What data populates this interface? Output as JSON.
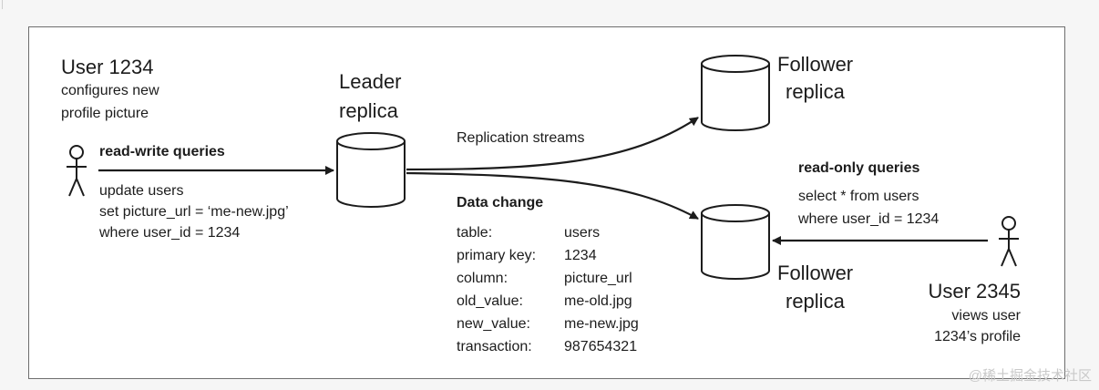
{
  "user1": {
    "name": "User 1234",
    "desc_line1": "configures new",
    "desc_line2": "profile picture"
  },
  "leader": {
    "line1": "Leader",
    "line2": "replica"
  },
  "follower_top": {
    "line1": "Follower",
    "line2": "replica"
  },
  "follower_bottom": {
    "line1": "Follower",
    "line2": "replica"
  },
  "user2": {
    "name": "User 2345",
    "desc_line1": "views user",
    "desc_line2": "1234’s profile"
  },
  "write_queries": {
    "label": "read-write queries",
    "line1": "update users",
    "line2": "set picture_url = ‘me-new.jpg’",
    "line3": "where user_id = 1234"
  },
  "replication": {
    "label": "Replication streams"
  },
  "read_queries": {
    "label": "read-only queries",
    "line1": "select * from users",
    "line2": "where user_id = 1234"
  },
  "data_change": {
    "title": "Data change",
    "rows": [
      {
        "key": "table:",
        "value": "users"
      },
      {
        "key": "primary key:",
        "value": "1234"
      },
      {
        "key": "column:",
        "value": "picture_url"
      },
      {
        "key": "old_value:",
        "value": "me-old.jpg"
      },
      {
        "key": "new_value:",
        "value": "me-new.jpg"
      },
      {
        "key": "transaction:",
        "value": "987654321"
      }
    ]
  },
  "watermark": "@稀土掘金技术社区"
}
